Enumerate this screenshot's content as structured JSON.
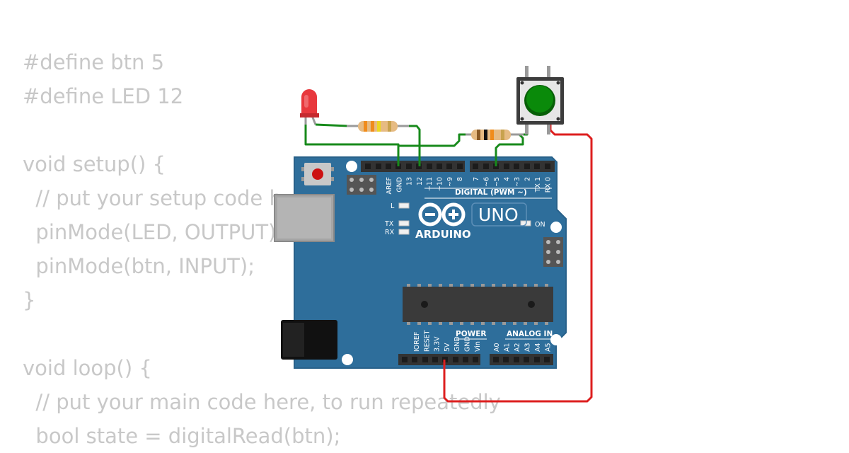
{
  "code_lines": [
    "#define btn 5",
    "#define LED 12",
    "",
    "void setup() {",
    "  // put your setup code h",
    "  pinMode(LED, OUTPUT);",
    "  pinMode(btn, INPUT);",
    "}",
    "",
    "void loop() {",
    "  // put your main code here, to run repeatedly",
    "  bool state = digitalRead(btn);"
  ],
  "board": {
    "brand": "ARDUINO",
    "model": "UNO",
    "on_label": "ON",
    "l_label": "L",
    "tx_label": "TX",
    "rx_label": "RX",
    "digital_label": "DIGITAL (PWM ~)",
    "power_label": "POWER",
    "analog_label": "ANALOG IN",
    "top_pins_left": [
      "AREF",
      "GND",
      "13",
      "12",
      "~11",
      "~10",
      "~9",
      "8"
    ],
    "top_pins_right": [
      "7",
      "~6",
      "~5",
      "4",
      "~3",
      "2",
      "TX 1",
      "RX 0"
    ],
    "power_pins": [
      "IOREF",
      "RESET",
      "3.3V",
      "5V",
      "GND",
      "GND",
      "Vin"
    ],
    "analog_pins": [
      "A0",
      "A1",
      "A2",
      "A3",
      "A4",
      "A5"
    ]
  },
  "colors": {
    "board": "#2e6e9b",
    "wire_green": "#178a1b",
    "wire_red": "#dd1f1f",
    "led": "#e8383d",
    "button": "#0a8a0a"
  }
}
